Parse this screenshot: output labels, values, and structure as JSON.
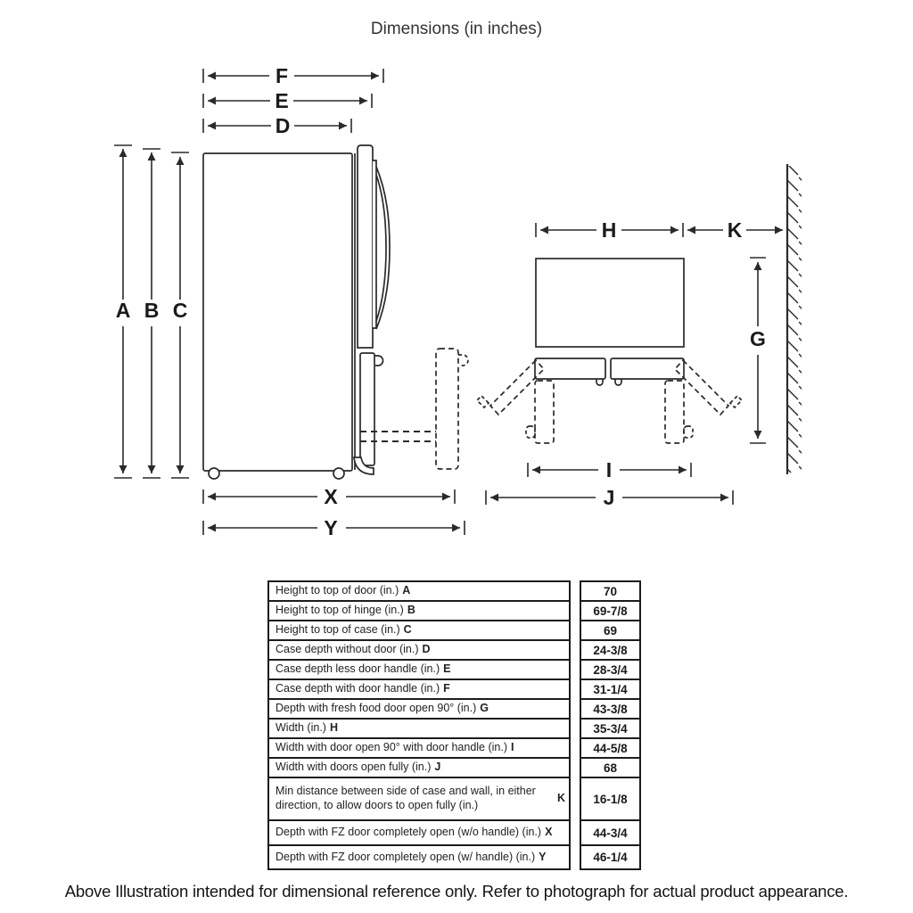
{
  "title": "Dimensions (in inches)",
  "footer": "Above Illustration intended for dimensional reference only. Refer to photograph for actual product appearance.",
  "colors": {
    "ink": "#2a2a2a",
    "table_border": "#1c1c1c"
  },
  "diagram": {
    "labels": {
      "A": "A",
      "B": "B",
      "C": "C",
      "D": "D",
      "E": "E",
      "F": "F",
      "G": "G",
      "H": "H",
      "I": "I",
      "J": "J",
      "K": "K",
      "X": "X",
      "Y": "Y"
    }
  },
  "table": {
    "rows": [
      {
        "label": "Height to top of door (in.)",
        "letter": "A",
        "value": "70"
      },
      {
        "label": "Height to top of hinge (in.)",
        "letter": "B",
        "value": "69-7/8"
      },
      {
        "label": "Height to top of case (in.)",
        "letter": "C",
        "value": "69"
      },
      {
        "label": "Case depth without door (in.)",
        "letter": "D",
        "value": "24-3/8"
      },
      {
        "label": "Case depth less door handle (in.)",
        "letter": "E",
        "value": "28-3/4"
      },
      {
        "label": "Case depth with door handle (in.)",
        "letter": "F",
        "value": "31-1/4"
      },
      {
        "label": "Depth with fresh food door open 90° (in.)",
        "letter": "G",
        "value": "43-3/8"
      },
      {
        "label": "Width (in.)",
        "letter": "H",
        "value": "35-3/4"
      },
      {
        "label": "Width with door open 90° with door handle (in.)",
        "letter": "I",
        "value": "44-5/8"
      },
      {
        "label": "Width with doors open fully (in.)",
        "letter": "J",
        "value": "68"
      },
      {
        "label": "Min distance between side of case and wall, in either direction, to allow doors to open fully (in.)",
        "letter": "K",
        "value": "16-1/8"
      },
      {
        "label": "Depth with FZ door completely open (w/o handle) (in.)",
        "letter": "X",
        "value": "44-3/4"
      },
      {
        "label": "Depth with FZ door completely open (w/ handle) (in.)",
        "letter": "Y",
        "value": "46-1/4"
      }
    ]
  }
}
